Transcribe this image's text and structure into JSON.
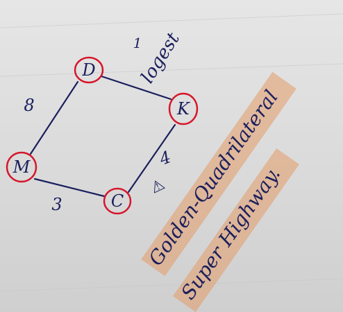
{
  "nodes": {
    "D": "D",
    "K": "K",
    "M": "M",
    "C": "C"
  },
  "edge_labels": {
    "M_D": "8",
    "M_C": "3",
    "D_K": "1",
    "C_K": "4"
  },
  "annotations": {
    "longest": "logest",
    "golden_quadrilateral": "Golden-Quadrilateral",
    "super_highway": "Super Highway.",
    "scribble": "⚠"
  },
  "colors": {
    "ink": "#1a1f5c",
    "node_circle": "#d6162a",
    "highlighter": "#e49a66",
    "paper": "#dedede"
  }
}
